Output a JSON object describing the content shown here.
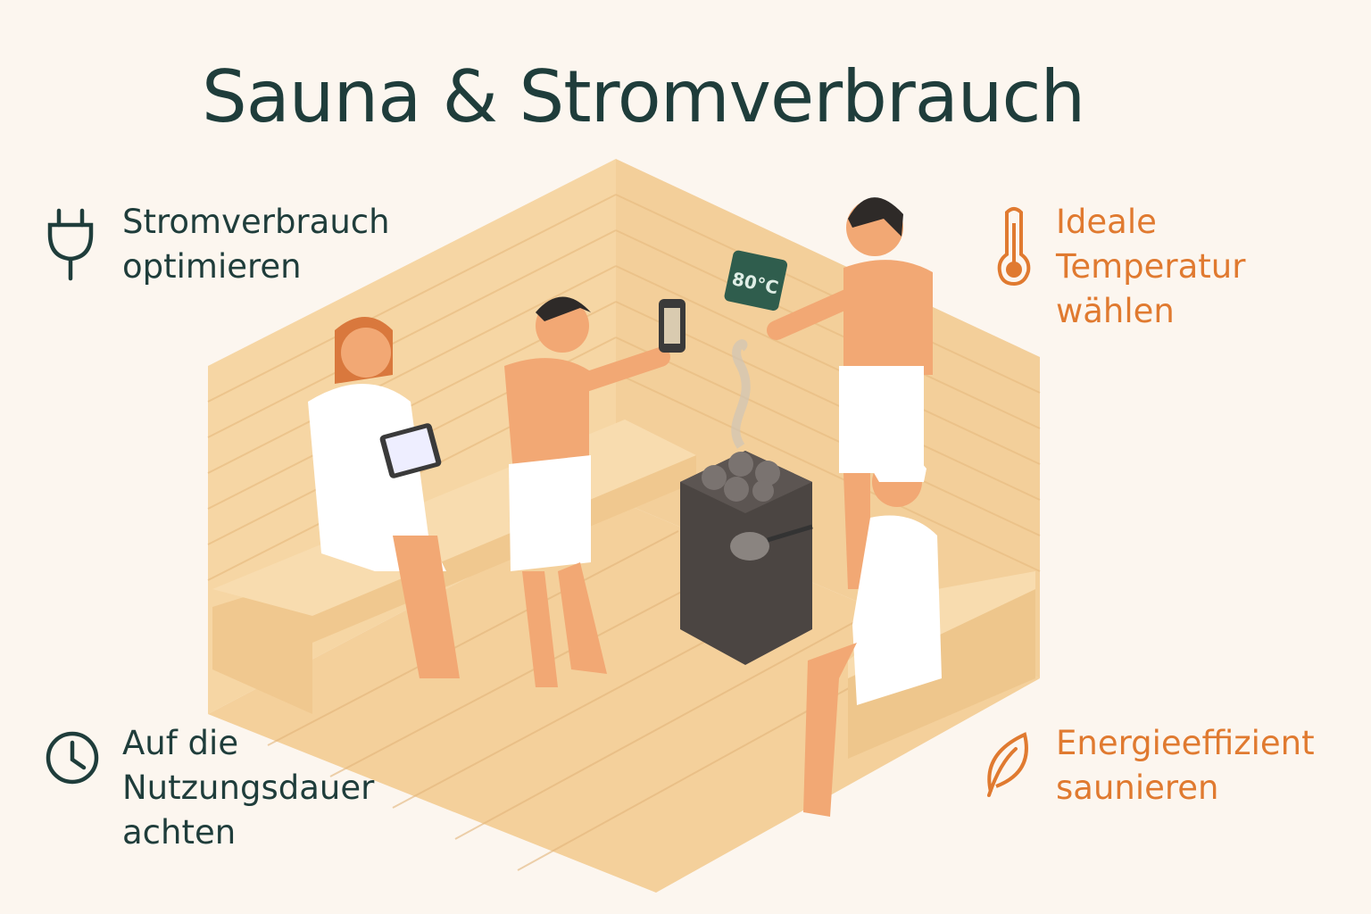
{
  "title": "Sauna & Stromverbrauch",
  "tips": [
    {
      "icon": "plug-icon",
      "text": "Stromverbrauch\noptimieren",
      "color": "#1f3d3b"
    },
    {
      "icon": "thermometer-icon",
      "text": "Ideale\nTemperatur\nwählen",
      "color": "#e07a30"
    },
    {
      "icon": "clock-icon",
      "text": "Auf die\nNutzungsdauer\nachten",
      "color": "#1f3d3b"
    },
    {
      "icon": "leaf-icon",
      "text": "Energieeffizient\nsaunieren",
      "color": "#e07a30"
    }
  ],
  "illustration": {
    "temperature_sign": "80°C"
  }
}
